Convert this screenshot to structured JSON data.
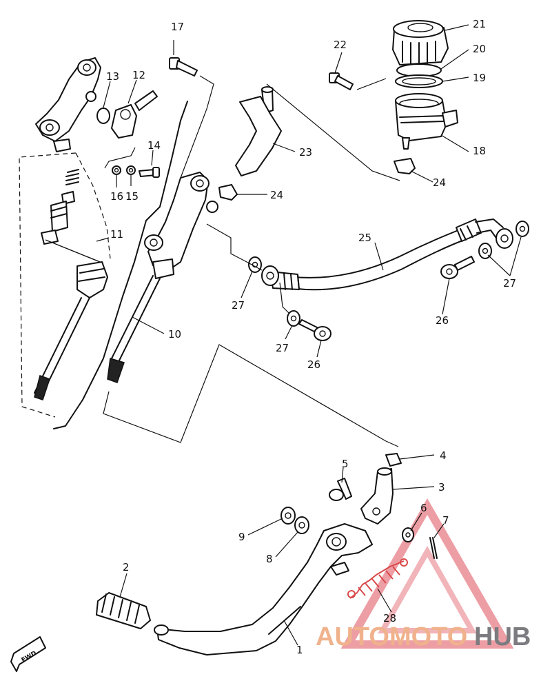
{
  "diagram": {
    "callouts": [
      "1",
      "2",
      "3",
      "4",
      "5",
      "6",
      "7",
      "8",
      "9",
      "10",
      "11",
      "12",
      "13",
      "14",
      "15",
      "16",
      "17",
      "18",
      "19",
      "20",
      "21",
      "22",
      "23",
      "24",
      "24",
      "25",
      "26",
      "26",
      "27",
      "27",
      "27",
      "27",
      "28"
    ],
    "direction_marker": "FWD"
  },
  "watermark": {
    "part1": "AUTOMOTO",
    "part2": "HUB",
    "colors": {
      "triangle": "#e46a73",
      "text_orange": "#f0b28c",
      "text_gray": "#7c7c80"
    }
  }
}
